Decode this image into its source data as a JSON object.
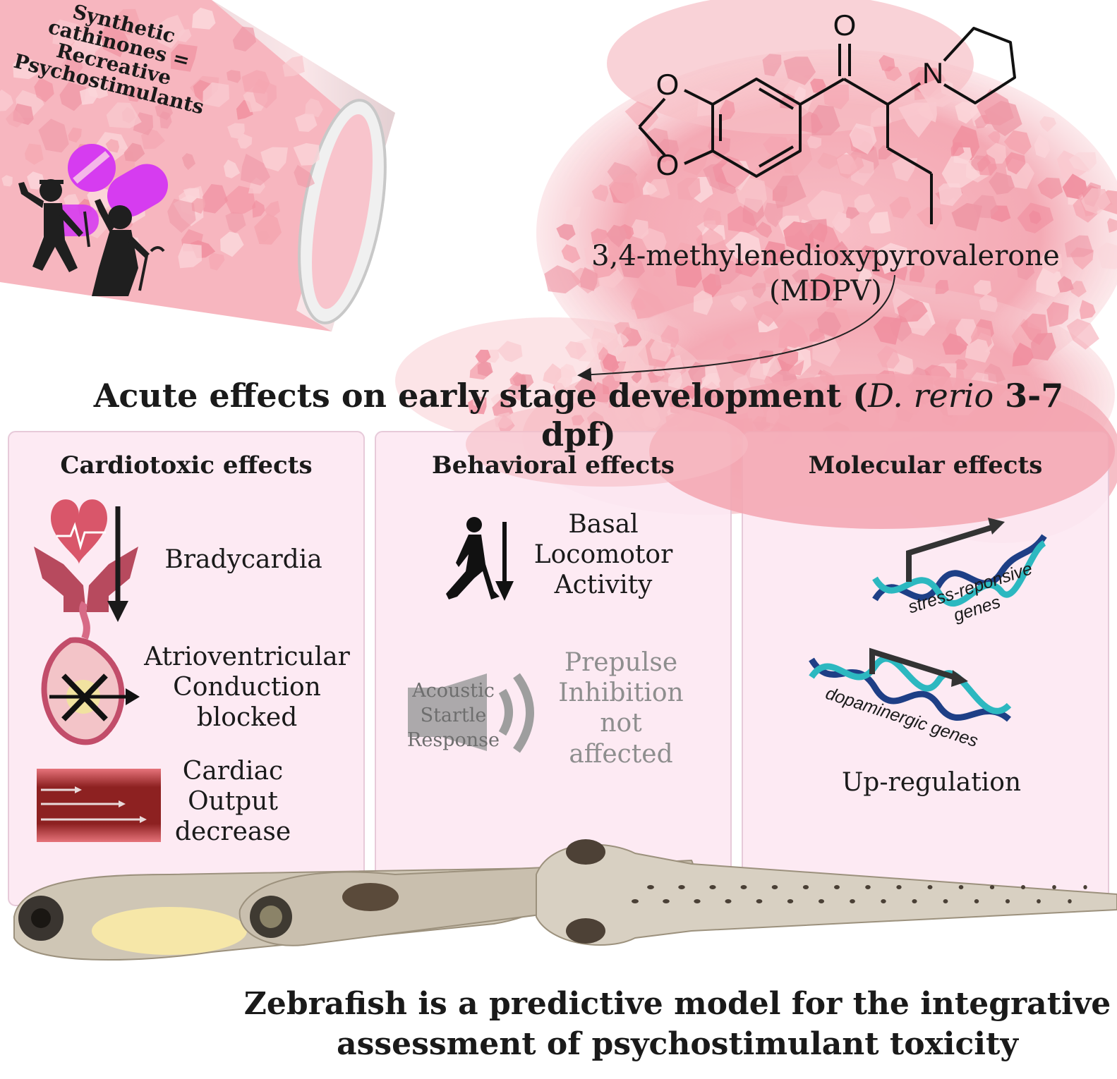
{
  "top_label": [
    "Synthetic",
    "cathinones =",
    "Recreative",
    "Psychostimulants"
  ],
  "molecule": {
    "atoms": {
      "oxygen": "O",
      "nitrogen": "N"
    },
    "name_line1": "3,4-methylenedioxypyrovalerone",
    "name_line2": "(MDPV)"
  },
  "headline": {
    "prefix": "Acute effects on early stage development (",
    "species": "D. rerio",
    "suffix": " 3-7 dpf)"
  },
  "panels": {
    "cardiotoxic": {
      "title": "Cardiotoxic effects",
      "effect1": "Bradycardia",
      "effect2": [
        "Atrioventricular",
        "Conduction",
        "blocked"
      ],
      "effect3": [
        "Cardiac",
        "Output",
        "decrease"
      ]
    },
    "behavioral": {
      "title": "Behavioral effects",
      "effect1": [
        "Basal",
        "Locomotor",
        "Activity"
      ],
      "speaker_label": [
        "Acoustic",
        "Startle",
        "Response"
      ],
      "effect2": [
        "Prepulse",
        "Inhibition",
        "not",
        "affected"
      ]
    },
    "molecular": {
      "title": "Molecular effects",
      "gene1": [
        "stress-reponsive",
        "genes"
      ],
      "gene2": "dopaminergic genes",
      "effect": "Up-regulation"
    }
  },
  "footer": [
    "Zebrafish is a predictive model for the integrative",
    "assessment of psychostimulant toxicity"
  ],
  "colors": {
    "panel_bg": "#fde9f3",
    "crystal_pink": "#f4a6b1",
    "crystal_light": "#f9c9cf",
    "pill_purple": "#d63cf0",
    "heart_red": "#d9566a",
    "vessel_dark": "#7a1c1c",
    "dna_dark": "#1e3f86",
    "dna_teal": "#2cb8c0",
    "fish_body": "#c9bfae"
  },
  "icons": [
    "heart-hands-icon",
    "arrow-down-icon",
    "heart-section-icon",
    "blood-vessel-icon",
    "walking-person-icon",
    "speaker-icon",
    "dna-arrow-icon",
    "dancing-people-icon",
    "pill-icon",
    "jar-icon",
    "zebrafish-larvae"
  ]
}
